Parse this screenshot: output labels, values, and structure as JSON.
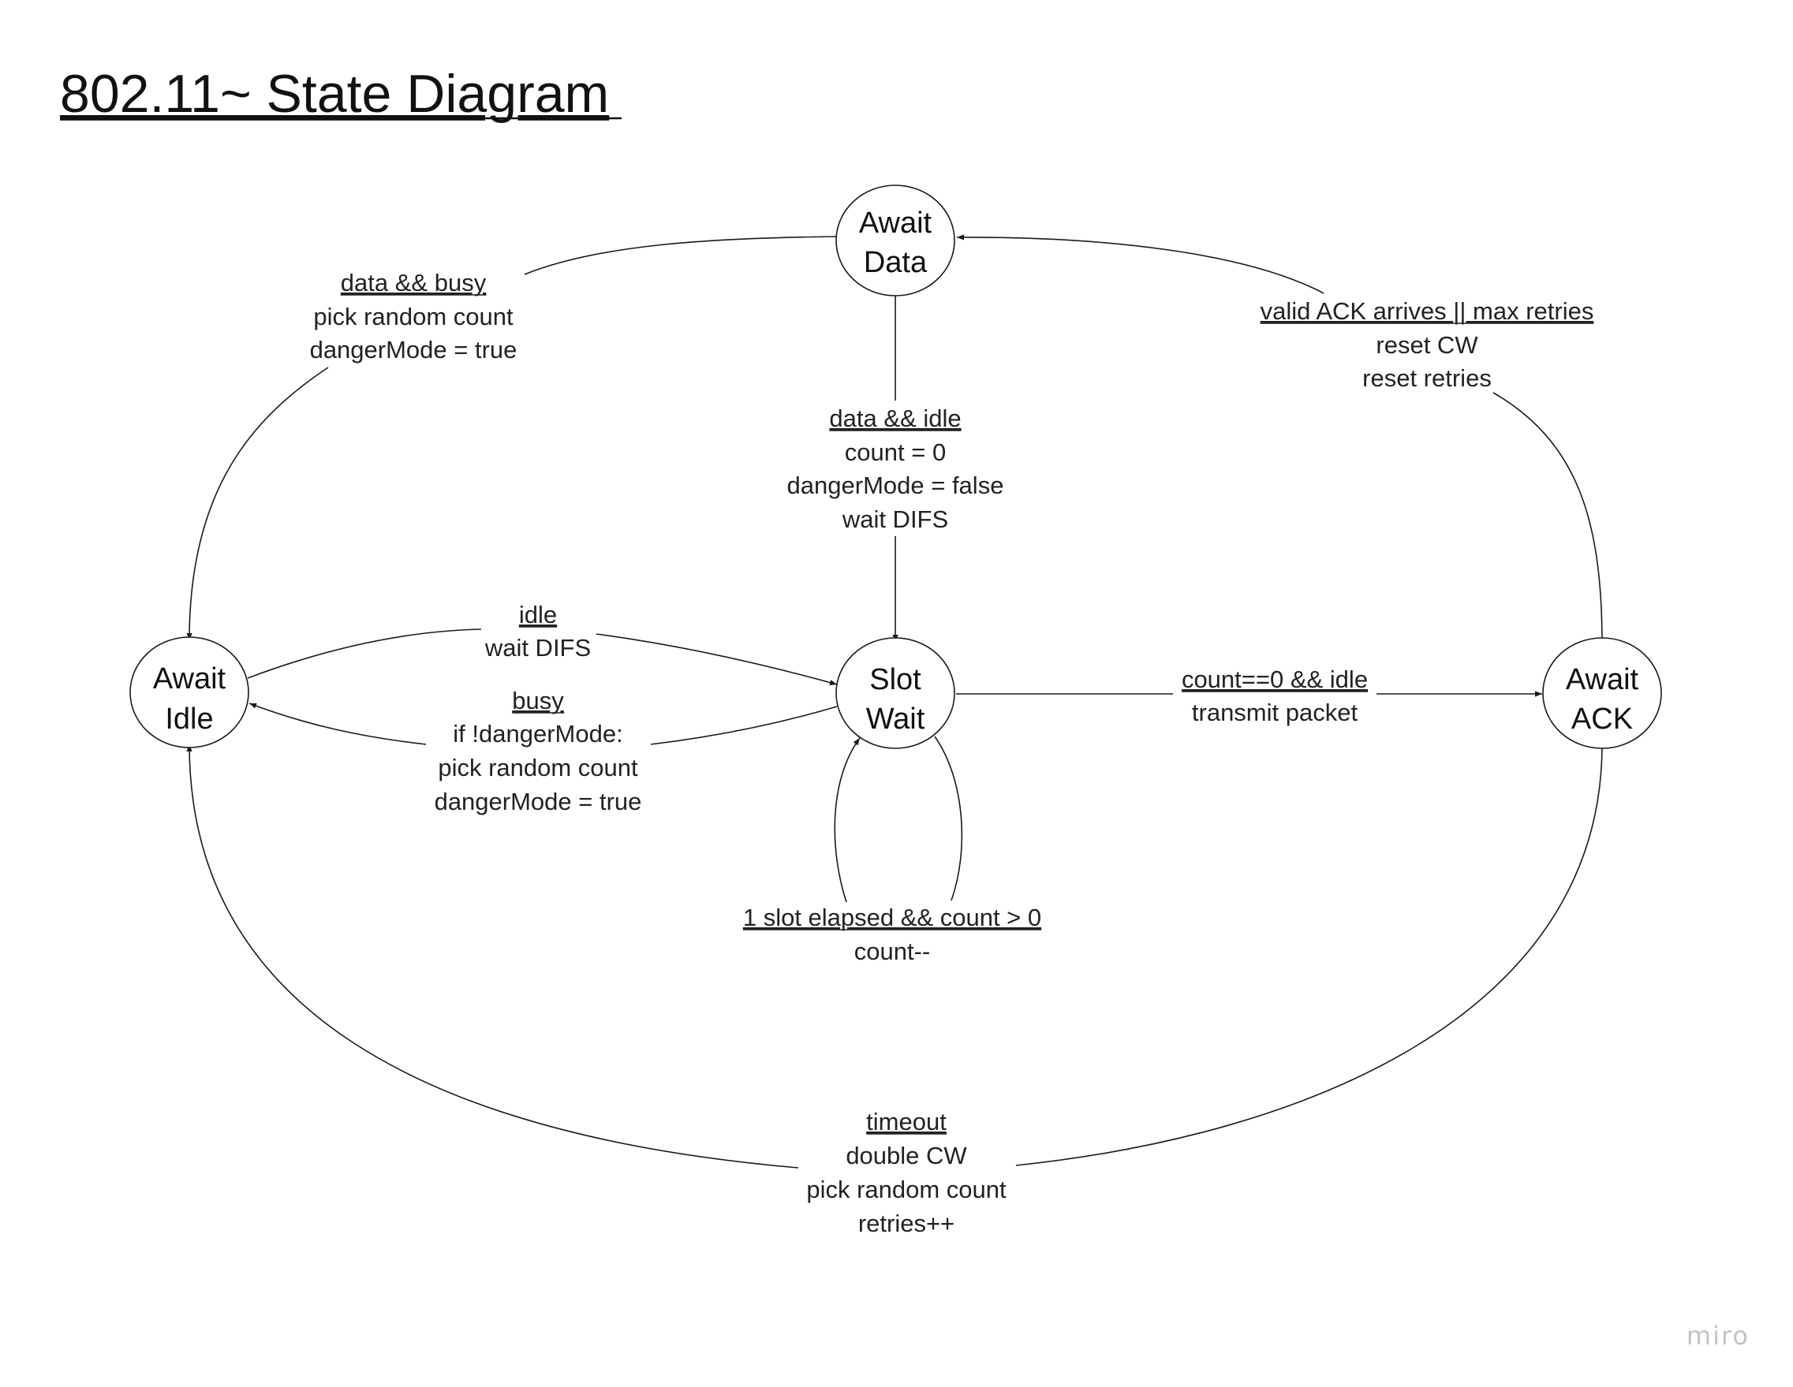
{
  "title": "802.11~ State Diagram",
  "watermark": "miro",
  "states": {
    "await_data": [
      "Await",
      "Data"
    ],
    "await_idle": [
      "Await",
      "Idle"
    ],
    "slot_wait": [
      "Slot",
      "Wait"
    ],
    "await_ack": [
      "Await",
      "ACK"
    ]
  },
  "transitions": {
    "data_busy": {
      "condition": "data && busy",
      "actions": [
        "pick random count",
        "dangerMode = true"
      ]
    },
    "data_idle": {
      "condition": "data && idle",
      "actions": [
        "count = 0",
        "dangerMode = false",
        "wait DIFS"
      ]
    },
    "valid_ack": {
      "condition": "valid ACK arrives || max retries",
      "actions": [
        "reset CW",
        "reset retries"
      ]
    },
    "idle": {
      "condition": "idle",
      "actions": [
        "wait DIFS"
      ]
    },
    "busy": {
      "condition": "busy",
      "actions": [
        "if !dangerMode:",
        "pick random count",
        "dangerMode = true"
      ]
    },
    "transmit": {
      "condition": "count==0 && idle",
      "actions": [
        "transmit packet"
      ]
    },
    "slot_elapsed": {
      "condition": "1 slot elapsed && count > 0",
      "actions": [
        "count--"
      ]
    },
    "timeout": {
      "condition": "timeout",
      "actions": [
        "double CW",
        "pick random count",
        "retries++"
      ]
    }
  }
}
